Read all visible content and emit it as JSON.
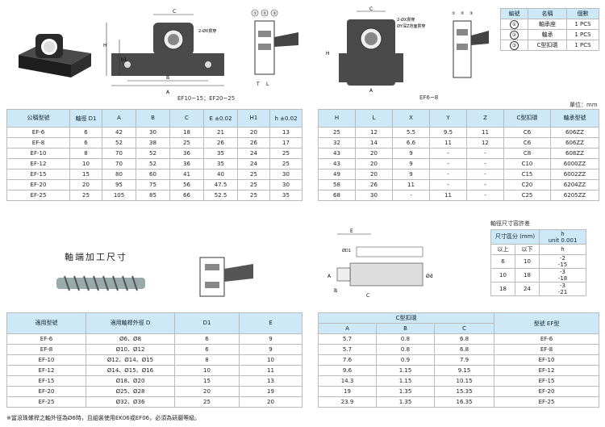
{
  "drawings": {
    "caption_ef10": "EF10~15；EF20~25",
    "caption_ef6": "EF6~8",
    "unit": "單位：mm",
    "shaft_end_title": "軸端加工尺寸",
    "dim_labels": {
      "C": "C",
      "H": "H",
      "h1": "h1",
      "h": "h",
      "T": "T",
      "L": "L",
      "E": "E",
      "B": "B",
      "A": "A",
      "X": "X",
      "Y": "Y",
      "Z": "Z",
      "hole": "2-ØX貫穿",
      "hole2": "2-ØX貫穿",
      "bore": "ØY深Z背面貫穿",
      "n1": "①",
      "n2": "②",
      "n3": "③",
      "Dt": "ØD1",
      "dia": "Ød",
      "B2": "B",
      "A2": "A",
      "C2": "C"
    }
  },
  "parts_table": {
    "headers": [
      "編號",
      "名稱",
      "個數"
    ],
    "rows": [
      [
        "①",
        "軸承座",
        "1 PCS"
      ],
      [
        "②",
        "軸承",
        "1 PCS"
      ],
      [
        "③",
        "C型扣環",
        "1 PCS"
      ]
    ]
  },
  "spec_table": {
    "headers": [
      "公稱型號",
      "軸徑 D1",
      "A",
      "B",
      "C",
      "E ±0.02",
      "H1",
      "h ±0.02"
    ],
    "rows": [
      [
        "EF-6",
        "6",
        "42",
        "30",
        "18",
        "21",
        "20",
        "13"
      ],
      [
        "EF-8",
        "6",
        "52",
        "38",
        "25",
        "26",
        "26",
        "17"
      ],
      [
        "EF-10",
        "8",
        "70",
        "52",
        "36",
        "35",
        "24",
        "25"
      ],
      [
        "EF-12",
        "10",
        "70",
        "52",
        "36",
        "35",
        "24",
        "25"
      ],
      [
        "EF-15",
        "15",
        "80",
        "60",
        "41",
        "40",
        "25",
        "30"
      ],
      [
        "EF-20",
        "20",
        "95",
        "75",
        "56",
        "47.5",
        "25",
        "30"
      ],
      [
        "EF-25",
        "25",
        "105",
        "85",
        "66",
        "52.5",
        "25",
        "35"
      ]
    ]
  },
  "spec_table2": {
    "headers": [
      "H",
      "L",
      "X",
      "Y",
      "Z",
      "C型扣環",
      "軸承型號"
    ],
    "rows": [
      [
        "25",
        "12",
        "5.5",
        "9.5",
        "11",
        "C6",
        "606ZZ"
      ],
      [
        "32",
        "14",
        "6.6",
        "11",
        "12",
        "C6",
        "606ZZ"
      ],
      [
        "43",
        "20",
        "9",
        "-",
        "-",
        "C8",
        "608ZZ"
      ],
      [
        "43",
        "20",
        "9",
        "-",
        "-",
        "C10",
        "6000ZZ"
      ],
      [
        "49",
        "20",
        "9",
        "-",
        "-",
        "C15",
        "6002ZZ"
      ],
      [
        "58",
        "26",
        "11",
        "-",
        "-",
        "C20",
        "6204ZZ"
      ],
      [
        "68",
        "30",
        "-",
        "11",
        "-",
        "C25",
        "6205ZZ"
      ]
    ]
  },
  "tolerance_table": {
    "title": "軸徑尺寸容許差",
    "h_label": "h",
    "unit_label": "unit 0.001",
    "range_label": "尺寸區分 (mm)",
    "above": "以上",
    "below": "以下",
    "rows": [
      {
        "from": "6",
        "to": "10",
        "upper": "-2",
        "lower": "-15"
      },
      {
        "from": "10",
        "to": "18",
        "upper": "-3",
        "lower": "-18"
      },
      {
        "from": "18",
        "to": "24",
        "upper": "-3",
        "lower": "-21"
      }
    ]
  },
  "shaft_table": {
    "headers": [
      "適用型號",
      "適用軸桿外徑 D",
      "D1",
      "E"
    ],
    "rows": [
      [
        "EF-6",
        "Ø6、Ø8",
        "6",
        "9"
      ],
      [
        "EF-8",
        "Ø10、Ø12",
        "6",
        "9"
      ],
      [
        "EF-10",
        "Ø12、Ø14、Ø15",
        "8",
        "10"
      ],
      [
        "EF-12",
        "Ø14、Ø15、Ø16",
        "10",
        "11"
      ],
      [
        "EF-15",
        "Ø18、Ø20",
        "15",
        "13"
      ],
      [
        "EF-20",
        "Ø25、Ø28",
        "20",
        "19"
      ],
      [
        "EF-25",
        "Ø32、Ø36",
        "25",
        "20"
      ]
    ]
  },
  "ring_table": {
    "group_header": "C型扣環",
    "sub_headers": [
      "A",
      "B",
      "C"
    ],
    "model_header": "型號 EF型",
    "rows": [
      [
        "5.7",
        "0.8",
        "6.8",
        "EF-6"
      ],
      [
        "5.7",
        "0.8",
        "6.8",
        "EF-8"
      ],
      [
        "7.6",
        "0.9",
        "7.9",
        "EF-10"
      ],
      [
        "9.6",
        "1.15",
        "9.15",
        "EF-12"
      ],
      [
        "14.3",
        "1.15",
        "10.15",
        "EF-15"
      ],
      [
        "19",
        "1.35",
        "15.35",
        "EF-20"
      ],
      [
        "23.9",
        "1.35",
        "16.35",
        "EF-25"
      ]
    ]
  },
  "footnote": "※當滾珠螺桿之軸外徑為Ø6時，且組裝使用EK06或EF06，必須為研磨等級。"
}
